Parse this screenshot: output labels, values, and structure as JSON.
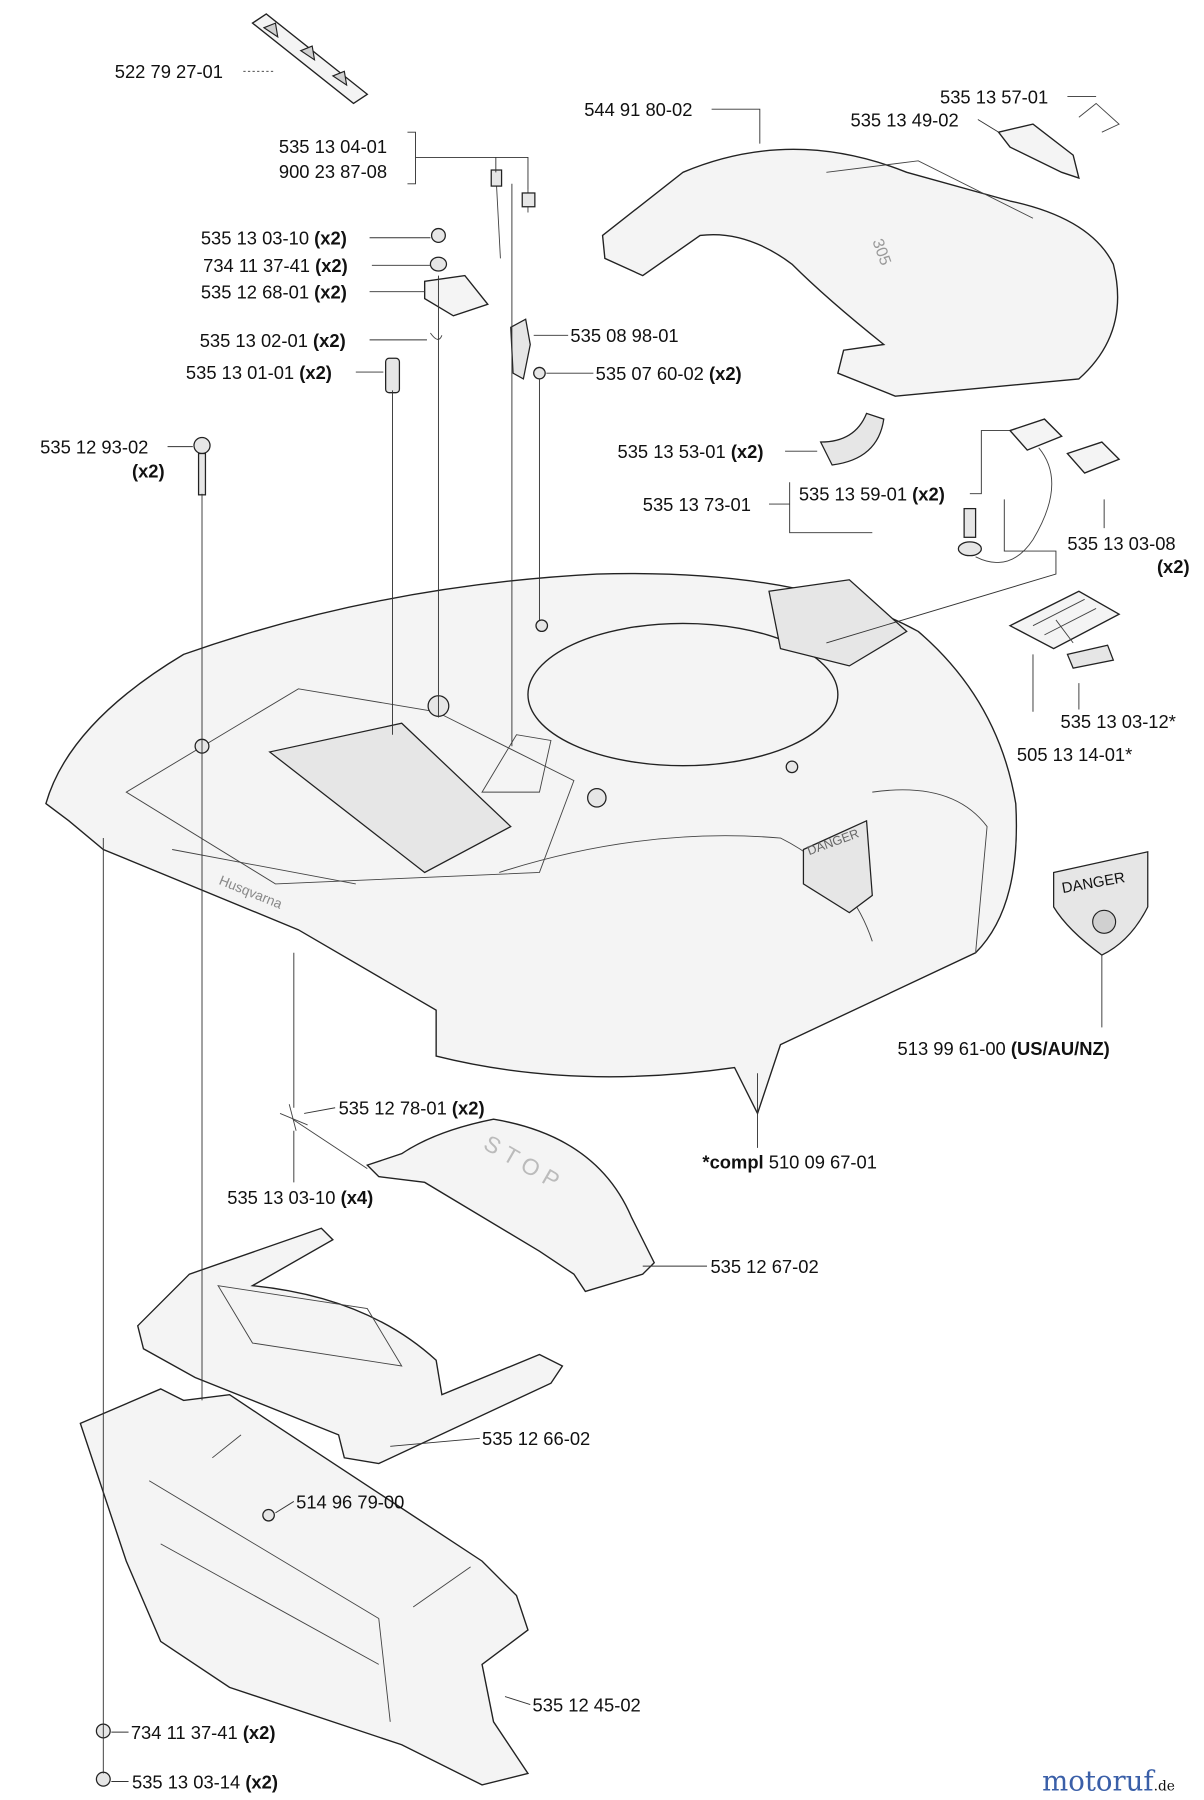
{
  "labels": {
    "decal_sticker": {
      "part": "522 79 27-01"
    },
    "top_cover": {
      "part": "544 91 80-02"
    },
    "spring": {
      "part": "535 13 57-01"
    },
    "hatch": {
      "part": "535 13 49-02"
    },
    "cable_tie": {
      "part": "535 13 04-01"
    },
    "clip": {
      "part": "900 23 87-08"
    },
    "screw_a": {
      "part": "535 13 03-10",
      "qty": "(x2)"
    },
    "washer_a": {
      "part": "734 11 37-41",
      "qty": "(x2)"
    },
    "bracket": {
      "part": "535 12 68-01",
      "qty": "(x2)"
    },
    "spring_clip": {
      "part": "535 13 02-01",
      "qty": "(x2)"
    },
    "coil_spring": {
      "part": "535 13 01-01",
      "qty": "(x2)"
    },
    "holder": {
      "part": "535 08 98-01"
    },
    "screw_b": {
      "part": "535 07 60-02",
      "qty": "(x2)"
    },
    "long_bolt": {
      "part": "535 12 93-02",
      "qty": "(x2)"
    },
    "hinge_arc": {
      "part": "535 13 53-01",
      "qty": "(x2)"
    },
    "sensor_kit": {
      "part": "535 13 73-01"
    },
    "sensor_plate": {
      "part": "535 13 59-01",
      "qty": "(x2)"
    },
    "screw_c": {
      "part": "535 13 03-08",
      "qty": "(x2)"
    },
    "screw_d": {
      "part": "535 13 03-12*"
    },
    "keypad_holder": {
      "part": "505 13 14-01*"
    },
    "danger_decal": {
      "part": "513 99 61-00",
      "qty": "(US/AU/NZ)"
    },
    "body_complete": {
      "prefix": "*compl",
      "part": "510 09 67-01"
    },
    "hinge_clip": {
      "part": "535 12 78-01",
      "qty": "(x2)"
    },
    "screw_e": {
      "part": "535 13 03-10",
      "qty": "(x4)"
    },
    "stop_cover": {
      "part": "535 12 67-02"
    },
    "display_cover": {
      "part": "535 12 66-02"
    },
    "nut": {
      "part": "514 96 79-00"
    },
    "front_bumper": {
      "part": "535 12 45-02"
    },
    "washer_b": {
      "part": "734 11 37-41",
      "qty": "(x2)"
    },
    "screw_f": {
      "part": "535 13 03-14",
      "qty": "(x2)"
    }
  },
  "decals": {
    "stop": "STOP",
    "danger": "DANGER"
  },
  "watermark": {
    "name": "motoruf",
    "suffix": ".de"
  }
}
